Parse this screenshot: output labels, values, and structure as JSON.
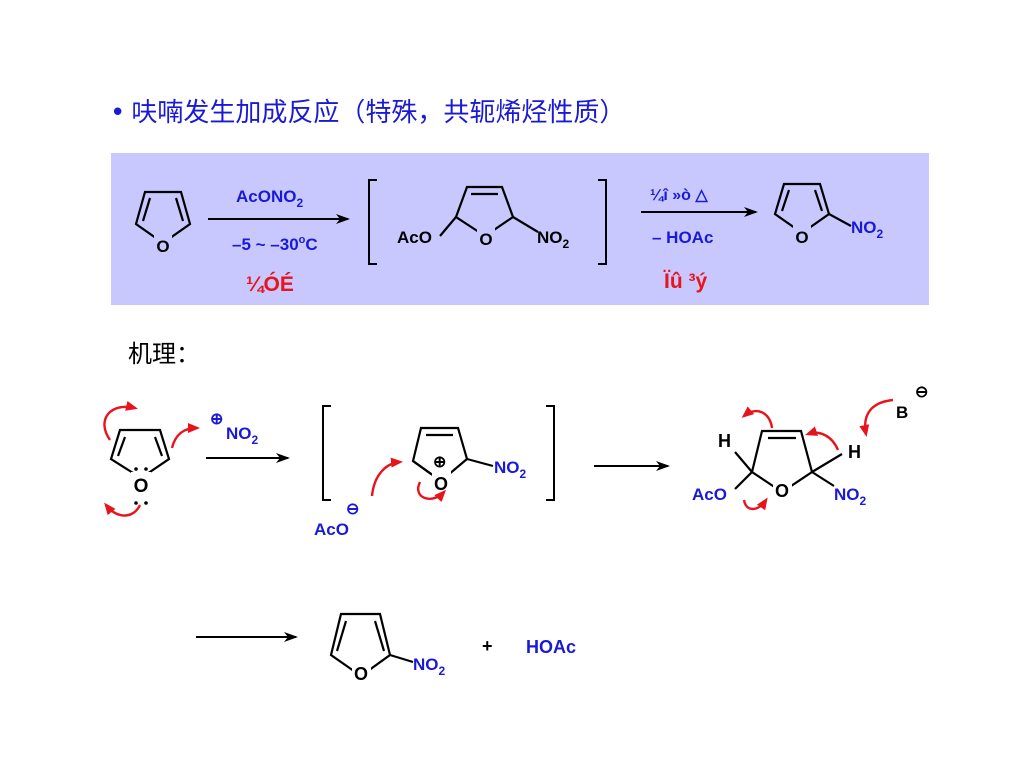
{
  "heading": {
    "bullet": "•",
    "text": "呋喃发生加成反应（特殊，共轭烯烃性质）"
  },
  "mechanism_label": "机理：",
  "reaction": {
    "reagent_top": "AcONO",
    "reagent_top_sub": "2",
    "conditions_bottom": "–5 ~ –30",
    "conditions_bottom_unit": "C",
    "conditions_degree": "o",
    "garbled_left": "¼ÓÉ",
    "intermediate_aco": "AcO",
    "intermediate_o": "O",
    "intermediate_no2": "NO",
    "intermediate_no2_sub": "2",
    "step2_top": "¼î  »ò   △",
    "step2_bottom": "– HOAc",
    "garbled_right": "Ïû ³ý",
    "product_o": "O",
    "product_no2": "NO",
    "product_no2_sub": "2",
    "furan_o": "O"
  },
  "mechanism": {
    "furan_o": "O",
    "nitronium_plus": "⊕",
    "nitronium": "NO",
    "nitronium_sub": "2",
    "cation_o": "O",
    "cation_plus": "⊕",
    "cation_no2": "NO",
    "cation_no2_sub": "2",
    "acetate": "AcO",
    "acetate_minus": "⊖",
    "adduct_h_left": "H",
    "adduct_h_right": "H",
    "adduct_aco": "AcO",
    "adduct_o": "O",
    "adduct_no2": "NO",
    "adduct_no2_sub": "2",
    "base": "B",
    "base_minus": "⊖",
    "final_o": "O",
    "final_no2": "NO",
    "final_no2_sub": "2",
    "plus": "+",
    "hoac": "HOAc"
  },
  "colors": {
    "blue": "#1a1ad6",
    "red": "#e8141b",
    "panel": "#c8c8ff"
  }
}
